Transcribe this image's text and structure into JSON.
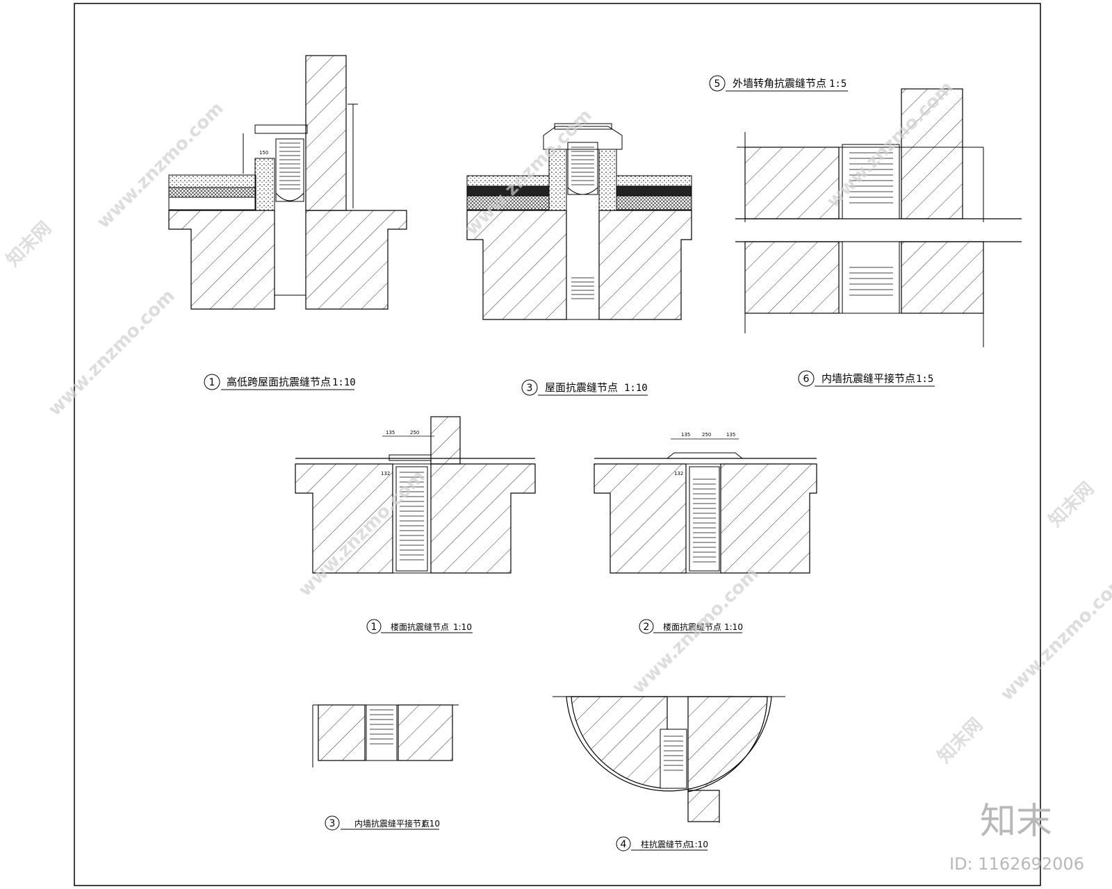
{
  "sheet": {
    "details": [
      {
        "number": "1",
        "title": "高低跨屋面抗震缝节点",
        "scale": "1:10"
      },
      {
        "number": "3",
        "title": "屋面抗震缝节点",
        "scale": "1:10"
      },
      {
        "number": "5",
        "title": "外墙转角抗震缝节点",
        "scale": "1:5"
      },
      {
        "number": "6",
        "title": "内墙抗震缝平接节点",
        "scale": "1:5"
      },
      {
        "number": "1",
        "title": "楼面抗震缝节点",
        "scale": "1:10"
      },
      {
        "number": "2",
        "title": "楼面抗震缝节点",
        "scale": "1:10"
      },
      {
        "number": "3",
        "title": "内墙抗震缝平接节点",
        "scale": "1:10"
      },
      {
        "number": "4",
        "title": "柱抗震缝节点",
        "scale": "1:10"
      }
    ],
    "dimensions": [
      "135",
      "250",
      "135",
      "250",
      "135",
      "132",
      "132",
      "150"
    ]
  },
  "watermark": {
    "site": "www.znzmo.com",
    "brand_cn": "知末网",
    "logo": "知末",
    "id_label": "ID: 1162692006"
  }
}
